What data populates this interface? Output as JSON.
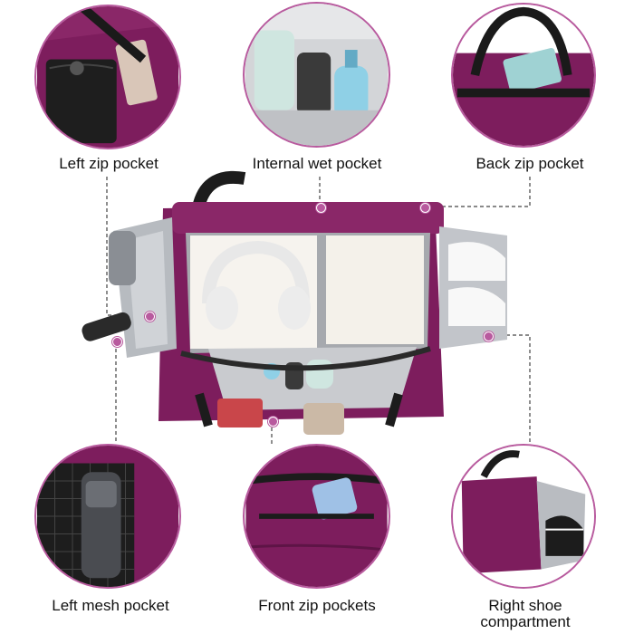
{
  "features": [
    {
      "id": "left-zip",
      "label": "Left zip pocket"
    },
    {
      "id": "internal-wet",
      "label": "Internal wet pocket"
    },
    {
      "id": "back-zip",
      "label": "Back zip pocket"
    },
    {
      "id": "left-mesh",
      "label": "Left mesh pocket"
    },
    {
      "id": "front-zip",
      "label": "Front zip pockets"
    },
    {
      "id": "right-shoe",
      "label": "Right shoe compartment"
    }
  ],
  "colors": {
    "bag_purple": "#7d1d5d",
    "bag_dark": "#5e1446",
    "accent": "#b85a9e",
    "lining": "#c9cbcf",
    "strap": "#1c1c1c"
  },
  "icons": {
    "callout_marker": "circle-dot"
  }
}
